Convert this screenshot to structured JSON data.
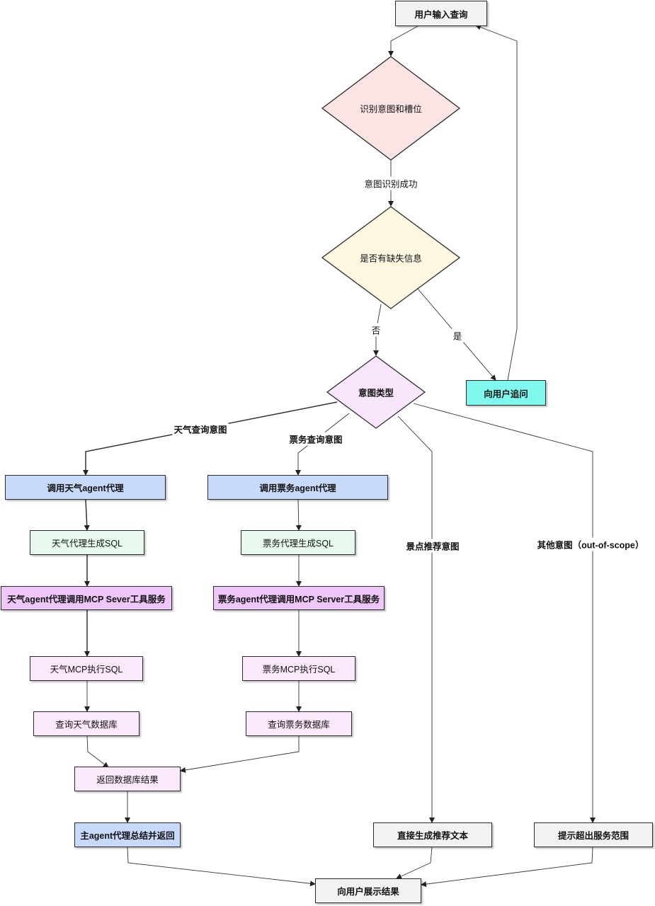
{
  "colors": {
    "gray": "#f2f2f2",
    "pink": "#fde4e4",
    "cream": "#fdf7e1",
    "lavender": "#f9e6fc",
    "cyan": "#7ff8ee",
    "blue": "#c8dafc",
    "mint": "#e7f8ec",
    "purple": "#eec6f8",
    "lightpink": "#fce8fb"
  },
  "nodes": {
    "user_query": "用户输入查询",
    "identify_intent": "识别意图和槽位",
    "missing_info": "是否有缺失信息",
    "intent_type": "意图类型",
    "ask_user": "向用户追问",
    "call_weather_agent": "调用天气agent代理",
    "call_ticket_agent": "调用票务agent代理",
    "weather_gen_sql": "天气代理生成SQL",
    "ticket_gen_sql": "票务代理生成SQL",
    "weather_mcp_call": "天气agent代理调用MCP Sever工具服务",
    "ticket_mcp_call": "票务agent代理调用MCP Server工具服务",
    "weather_mcp_exec": "天气MCP执行SQL",
    "ticket_mcp_exec": "票务MCP执行SQL",
    "query_weather_db": "查询天气数据库",
    "query_ticket_db": "查询票务数据库",
    "return_db_result": "返回数据库结果",
    "main_agent_summary": "主agent代理总结并返回",
    "gen_recommend_text": "直接生成推荐文本",
    "out_of_scope_hint": "提示超出服务范围",
    "show_result": "向用户展示结果"
  },
  "edge_labels": {
    "intent_success": "意图识别成功",
    "no": "否",
    "yes": "是",
    "weather_intent": "天气查询意图",
    "ticket_intent": "票务查询意图",
    "scenic_intent": "景点推荐意图",
    "other_intent": "其他意图（out-of-scope）"
  }
}
